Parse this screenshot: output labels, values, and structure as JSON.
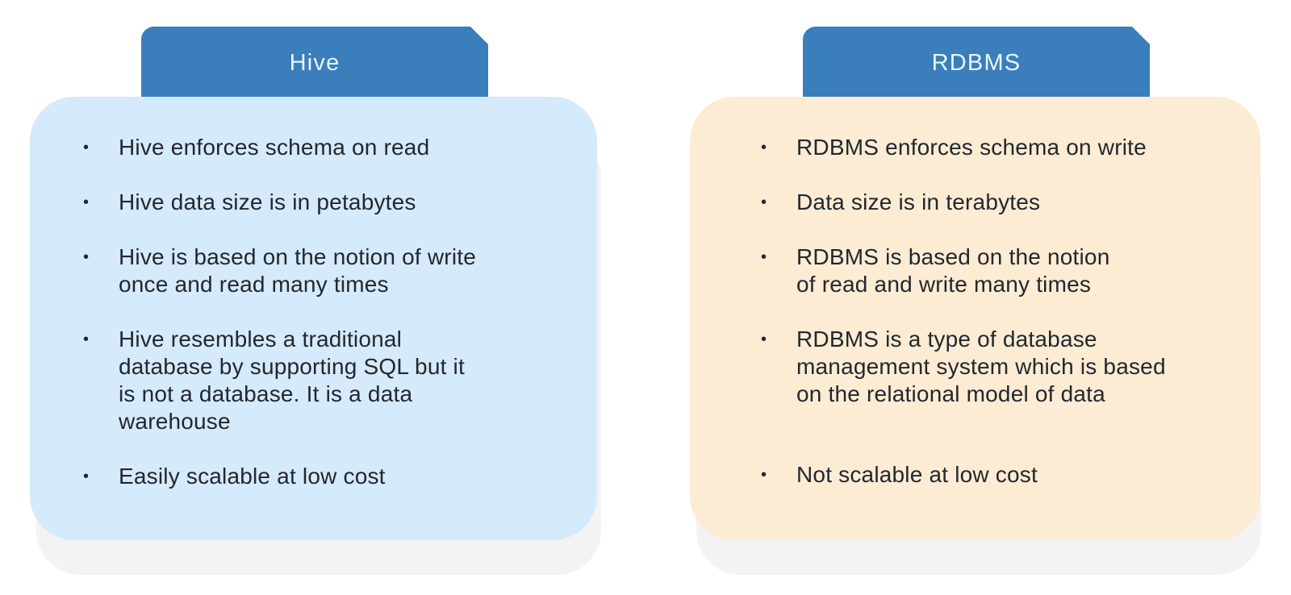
{
  "ui": {
    "bullet_char": "•"
  },
  "colors": {
    "page_bg": "#ffffff",
    "header_bg": "#3a7ebc",
    "header_text": "#e9f4fb",
    "hive_bg": "#d5eafa",
    "rdbms_bg": "#fbecd3",
    "shadow_bg": "#f3f3f5",
    "text": "#23272f"
  },
  "cards": [
    {
      "id": "hive",
      "title": "Hive",
      "bullets": [
        "Hive enforces schema on read",
        "Hive data size is in petabytes",
        "Hive is based on the notion of write\nonce and read many times",
        "Hive resembles a traditional\ndatabase by supporting SQL but it\nis not a database. It is a data\nwarehouse",
        "Easily scalable at low cost"
      ]
    },
    {
      "id": "rdbms",
      "title": "RDBMS",
      "bullets": [
        "RDBMS enforces schema on write",
        "Data size is in terabytes",
        "RDBMS is based on the notion\nof read and write many times",
        "RDBMS is a type of database\nmanagement system which is based\non the relational model of data",
        "Not scalable at low cost"
      ]
    }
  ]
}
